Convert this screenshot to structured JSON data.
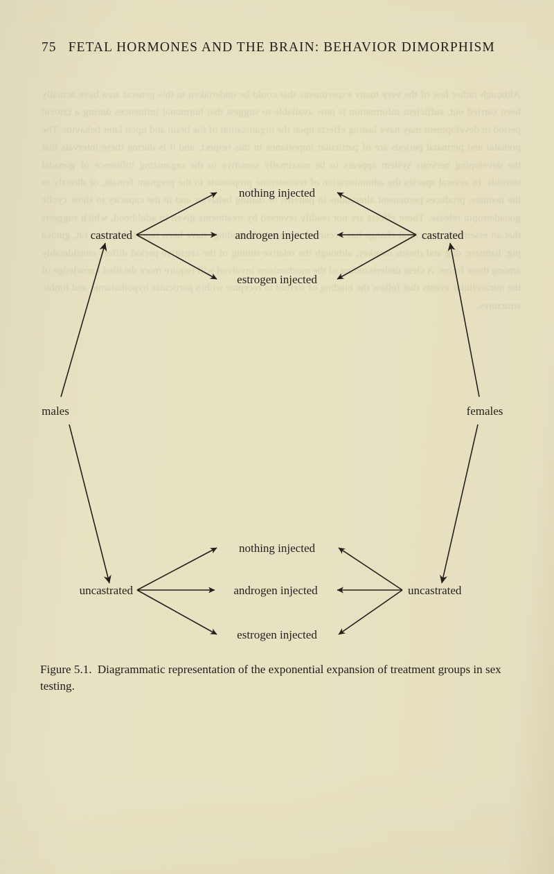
{
  "page": {
    "background_color": "#e7e2c2",
    "ink_color": "#241f1b",
    "folio": "75",
    "running_head": "FETAL HORMONES AND THE BRAIN: BEHAVIOR DIMORPHISM"
  },
  "figure": {
    "caption_number": "Figure 5.1.",
    "caption_text": "Diagrammatic representation of the exponential expansion of treatment groups in sex testing.",
    "sexes": {
      "left": "males",
      "right": "females"
    },
    "top_group": {
      "left_condition": "castrated",
      "right_condition": "castrated",
      "treatments": [
        "nothing injected",
        "androgen injected",
        "estrogen injected"
      ]
    },
    "bottom_group": {
      "left_condition": "uncastrated",
      "right_condition": "uncastrated",
      "treatments": [
        "nothing injected",
        "androgen injected",
        "estrogen injected"
      ]
    }
  },
  "showthrough": {
    "text": "Although rather few of the very many experiments that could be undertaken in this general area have actually been carried out, sufficient information is now available to suggest that hormonal influences during a critical period in development may have lasting effects upon the organization of the brain and upon later behavior. The prenatal and perinatal periods are of particular importance in this respect, and it is during these intervals that the developing nervous system appears to be maximally sensitive to the organizing influence of gonadal steroids. In several species the administration of testosterone propionate to the pregnant female, or directly to the neonate, produces permanent alterations in patterns of mating behavior and in the capacity to show cyclic gonadotropin release. These effects are not readily reversed by treatments given in adulthood, which suggests that an essentially structural change has occurred. Comparable findings have been reported for the rat, guinea pig, hamster, dog and rhesus monkey, although the relative timing of the sensitive period differs considerably among these forms. A clear understanding of the mechanisms involved will require more detailed knowledge of the intracellular events that follow the binding of steroid to receptor within particular hypothalamic and limbic structures."
  }
}
